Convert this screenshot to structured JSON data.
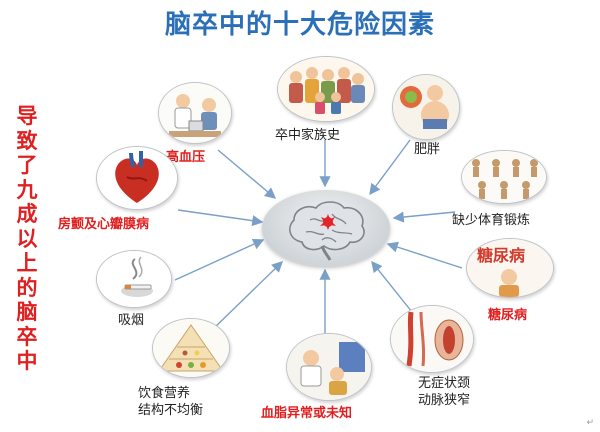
{
  "title": "脑卒中的十大危险因素",
  "side_text": [
    "导",
    "致",
    "了",
    "九",
    "成",
    "以",
    "上",
    "的",
    "脑",
    "卒",
    "中"
  ],
  "factors": {
    "hypertension": "高血压",
    "family_history": "卒中家族史",
    "obesity": "肥胖",
    "lack_exercise": "缺少体育锻炼",
    "diabetes": "糖尿病",
    "carotid_stenosis_line1": "无症状颈",
    "carotid_stenosis_line2": "动脉狭窄",
    "dyslipidemia": "血脂异常或未知",
    "diet_line1": "饮食营养",
    "diet_line2": "结构不均衡",
    "smoking": "吸烟",
    "atrial_fibrillation": "房颤及心瓣膜病"
  },
  "diabetes_image_text": "糖尿病",
  "colors": {
    "title": "#2a6fb8",
    "accent_red": "#e02020",
    "arrow": "#7aa0c8"
  },
  "icons": {
    "center": "brain-icon",
    "hypertension": "blood-pressure-doctor-illustration",
    "family_history": "family-group-illustration",
    "obesity": "obese-person-illustration",
    "lack_exercise": "exercise-poses-illustration",
    "diabetes": "diabetes-person-illustration",
    "carotid_stenosis": "carotid-artery-illustration",
    "dyslipidemia": "doctor-patient-illustration",
    "diet": "food-pyramid-illustration",
    "smoking": "cigarette-smoke-illustration",
    "atrial_fibrillation": "heart-illustration"
  },
  "corner_mark": "↵"
}
